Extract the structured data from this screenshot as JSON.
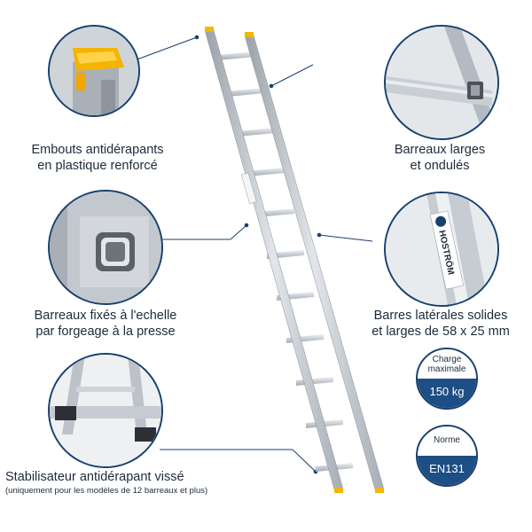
{
  "features": {
    "end_caps": {
      "line1": "Embouts antidérapants",
      "line2": "en plastique renforcé"
    },
    "rungs": {
      "line1": "Barreaux larges",
      "line2": "et ondulés"
    },
    "forging": {
      "line1": "Barreaux fixés à l'echelle",
      "line2": "par forgeage à la presse"
    },
    "rails": {
      "line1": "Barres latérales solides",
      "line2": "et larges de 58 x 25 mm"
    },
    "stabilizer": {
      "line1": "Stabilisateur antidérapant vissé",
      "note": "(uniquement pour les modèles de 12 barreaux et plus)"
    }
  },
  "badges": {
    "max_load": {
      "label_line1": "Charge",
      "label_line2": "maximale",
      "value": "150 kg"
    },
    "standard": {
      "label": "Norme",
      "value": "EN131"
    }
  },
  "brand": {
    "rail_label": "HOSTRÖM"
  },
  "colors": {
    "accent": "#17406e",
    "badge_fill": "#1d4e85",
    "cap_yellow": "#f2b705",
    "aluminium": "#c7ccd2"
  }
}
